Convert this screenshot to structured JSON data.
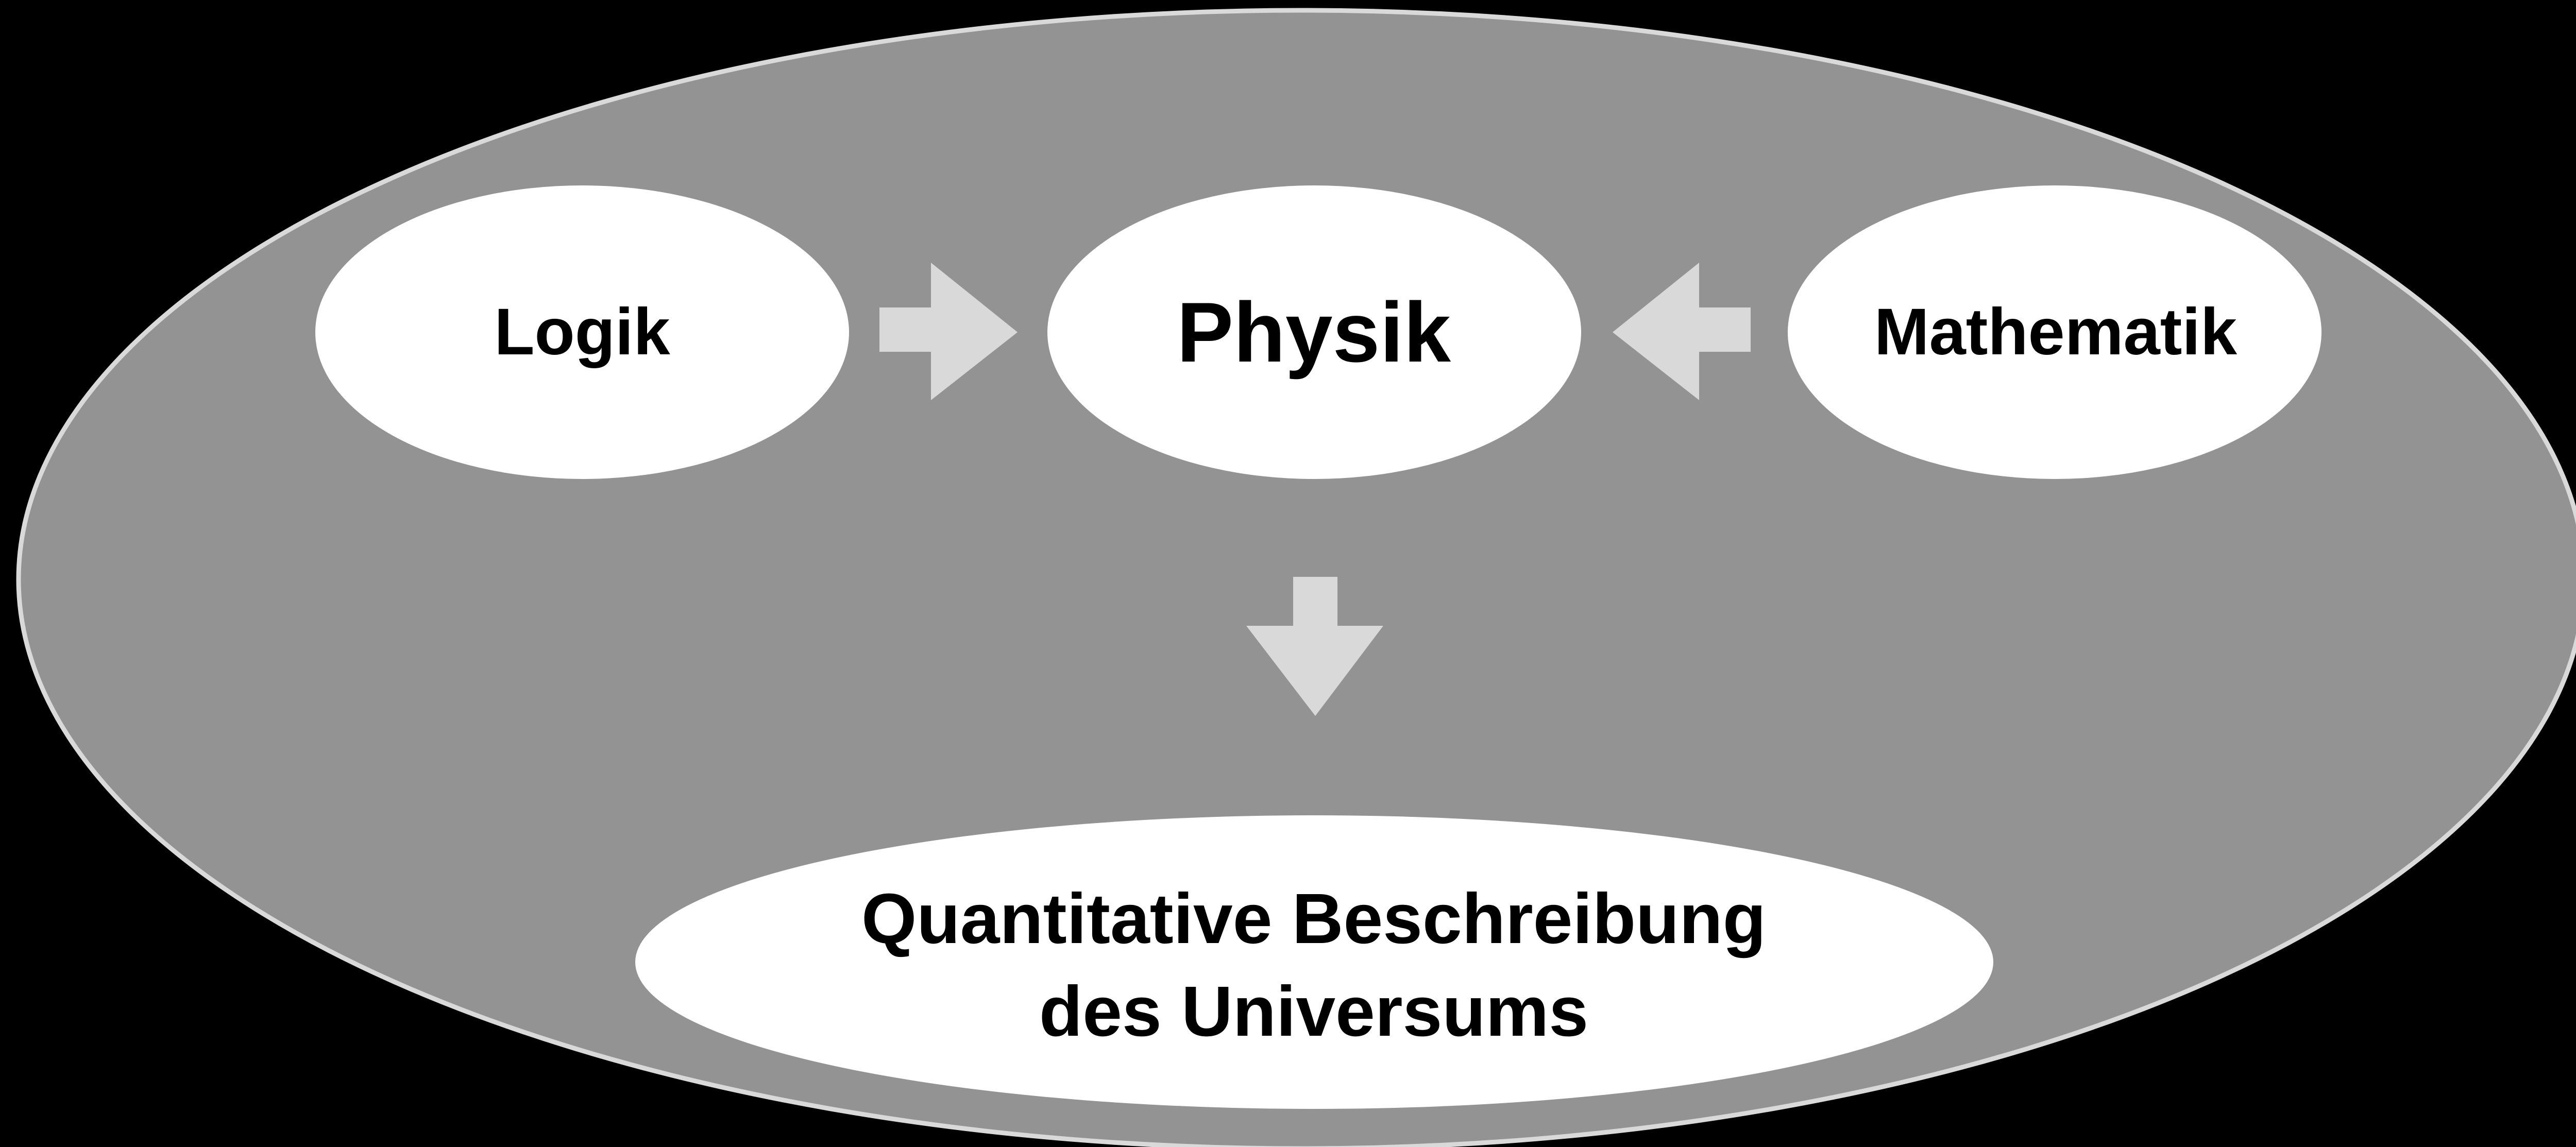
{
  "colors": {
    "background": "#000000",
    "outer_ellipse_fill": "#939393",
    "outer_ellipse_stroke": "#d9d9d9",
    "node_fill": "#ffffff",
    "arrow_fill": "#d9d9d9",
    "text": "#000000"
  },
  "nodes": {
    "logic": "Logik",
    "physics": "Physik",
    "mathematics": "Mathematik",
    "result_line1": "Quantitative Beschreibung",
    "result_line2": "des Universums"
  },
  "arrows": [
    {
      "from": "Logik",
      "to": "Physik",
      "direction": "right"
    },
    {
      "from": "Mathematik",
      "to": "Physik",
      "direction": "left"
    },
    {
      "from": "Physik",
      "to": "Quantitative Beschreibung des Universums",
      "direction": "down"
    }
  ]
}
